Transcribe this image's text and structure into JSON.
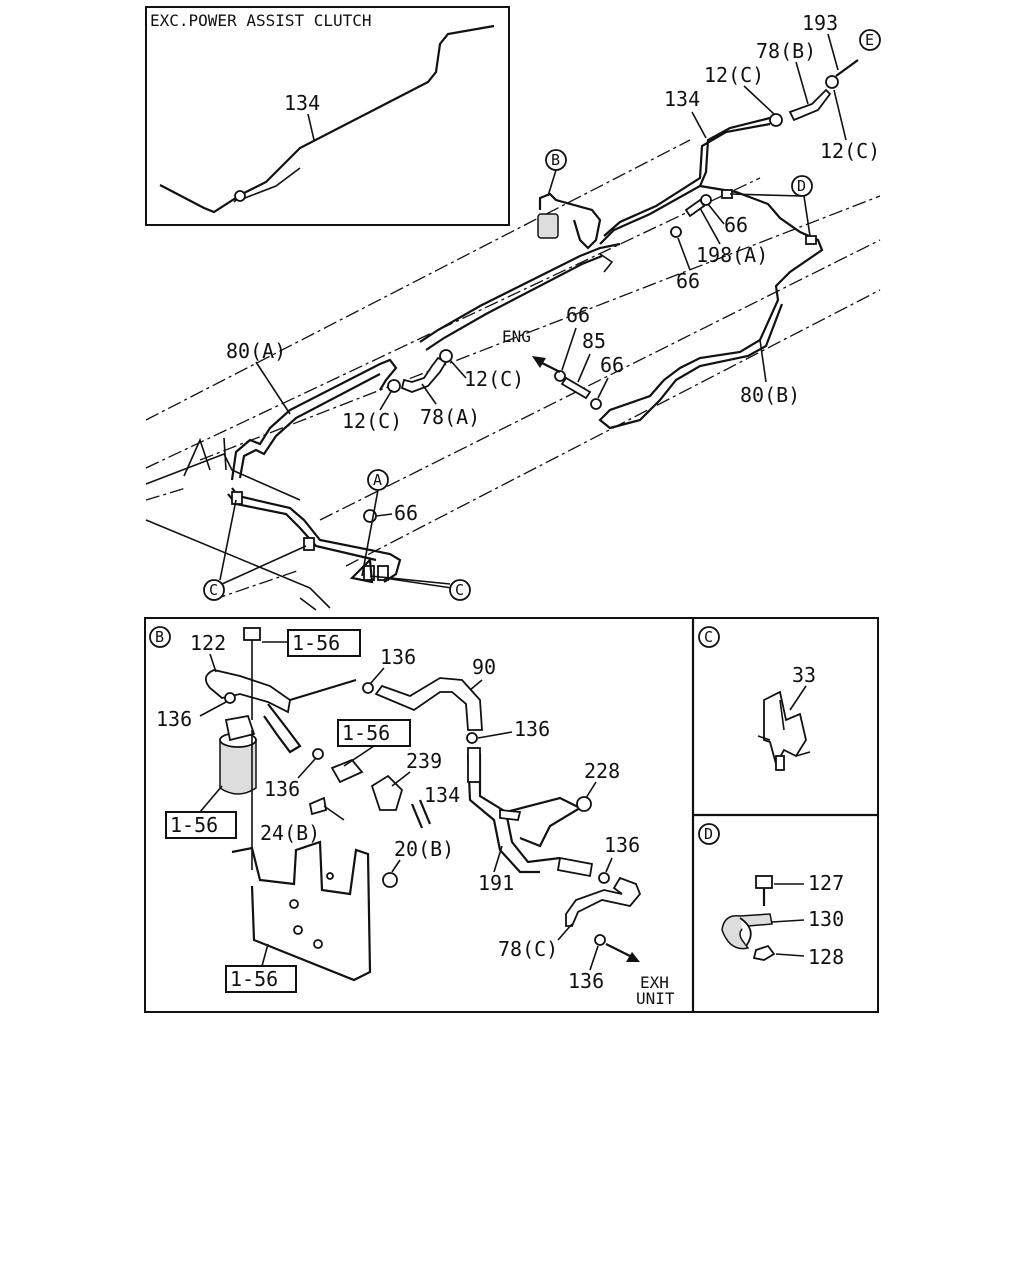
{
  "inset": {
    "title": "EXC.POWER ASSIST CLUTCH",
    "part": "134"
  },
  "main": {
    "labels": {
      "p193": "193",
      "p78b": "78(B)",
      "p12c_top": "12(C)",
      "p12c_right": "12(C)",
      "p134": "134",
      "p66_a": "66",
      "p198a": "198(A)",
      "p66_b": "66",
      "p80a": "80(A)",
      "p12c_mid": "12(C)",
      "p12c_low": "12(C)",
      "p78a": "78(A)",
      "eng": "ENG",
      "p66_c": "66",
      "p85": "85",
      "p66_d": "66",
      "p80b": "80(B)",
      "p66_e": "66"
    },
    "callouts": {
      "A": "A",
      "B": "B",
      "C1": "C",
      "C2": "C",
      "D": "D",
      "E": "E"
    }
  },
  "detail_b": {
    "callout": "B",
    "labels": {
      "p122": "122",
      "ref1": "1-56",
      "p136_a": "136",
      "p90": "90",
      "p136_b": "136",
      "ref2": "1-56",
      "p136_c": "136",
      "p239": "239",
      "p134": "134",
      "p228": "228",
      "ref3": "1-56",
      "p24b": "24(B)",
      "p20b": "20(B)",
      "p136_d": "136",
      "p191": "191",
      "p136_e": "136",
      "p78c": "78(C)",
      "p136_f": "136",
      "ref4": "1-56",
      "exh1": "EXH",
      "exh2": "UNIT"
    }
  },
  "detail_c": {
    "callout": "C",
    "part": "33"
  },
  "detail_d": {
    "callout": "D",
    "parts": {
      "p127": "127",
      "p130": "130",
      "p128": "128"
    }
  }
}
